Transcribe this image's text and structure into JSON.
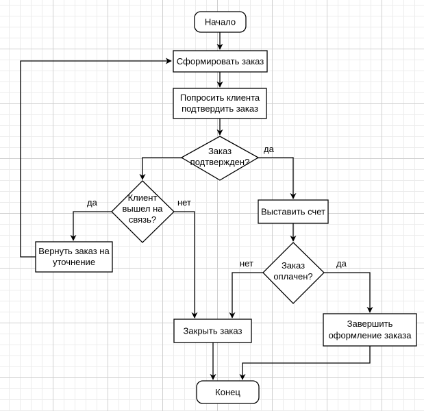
{
  "nodes": {
    "start": "Начало",
    "form_order": "Сформировать заказ",
    "ask_client_1": "Попросить клиента",
    "ask_client_2": "подтвердить заказ",
    "confirmed_1": "Заказ",
    "confirmed_2": "подтвержден?",
    "client_back_1": "Клиент",
    "client_back_2": "вышел на",
    "client_back_3": "связь?",
    "invoice": "Выставить счет",
    "return_1": "Вернуть заказ на",
    "return_2": "уточнение",
    "paid_1": "Заказ",
    "paid_2": "оплачен?",
    "close_order": "Закрыть заказ",
    "finish_1": "Завершить",
    "finish_2": "оформление заказа",
    "end": "Конец"
  },
  "edges": {
    "confirmed_yes": "да",
    "client_yes": "да",
    "client_no": "нет",
    "paid_no": "нет",
    "paid_yes": "да"
  }
}
